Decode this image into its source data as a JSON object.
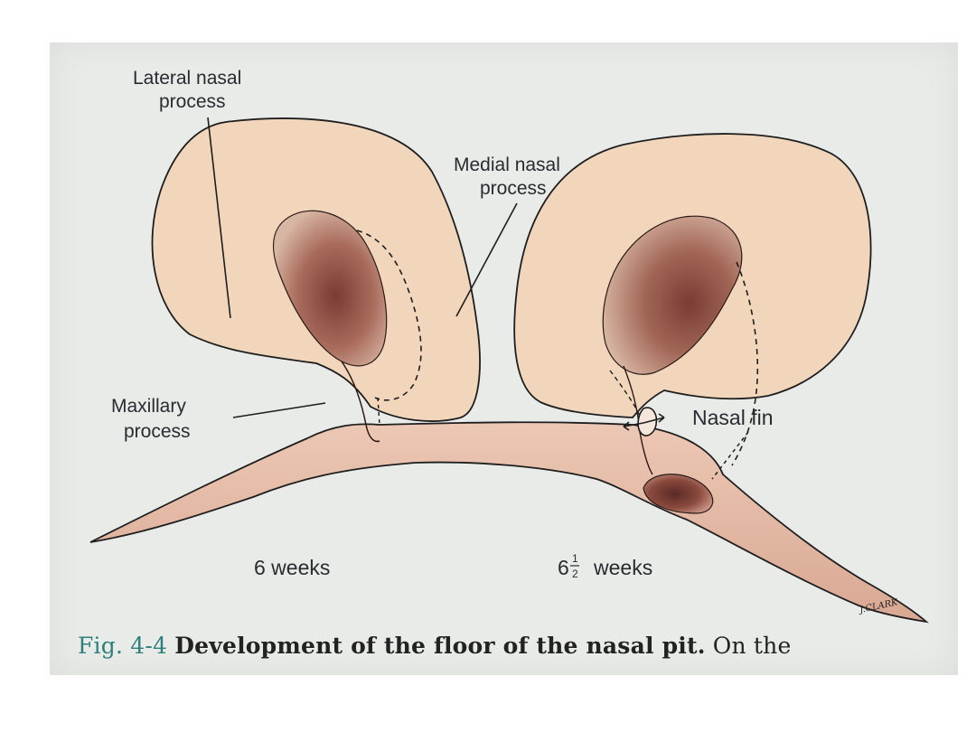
{
  "figure": {
    "labels": {
      "lateral_nasal_process_line1": "Lateral nasal",
      "lateral_nasal_process_line2": "process",
      "medial_nasal_process_line1": "Medial nasal",
      "medial_nasal_process_line2": "process",
      "maxillary_process_line1": "Maxillary",
      "maxillary_process_line2": "process",
      "nasal_fin": "Nasal fin",
      "stage_left": "6 weeks",
      "stage_right_whole": "6",
      "stage_right_frac_num": "1",
      "stage_right_frac_den": "2",
      "stage_right_rest": "weeks",
      "artist_signature": "J.CLARK"
    },
    "caption": {
      "number": "Fig. 4-4",
      "title": "Development of the floor of the nasal pit.",
      "text": "On the"
    },
    "colors": {
      "background": "#e9ebe8",
      "tissue_fill": "#f1d6bc",
      "floor_fill": "#e9c4b0",
      "pit_dark": "#6e3a33",
      "outline": "#1e1e1e",
      "caption_number": "#2f7f7c"
    }
  }
}
